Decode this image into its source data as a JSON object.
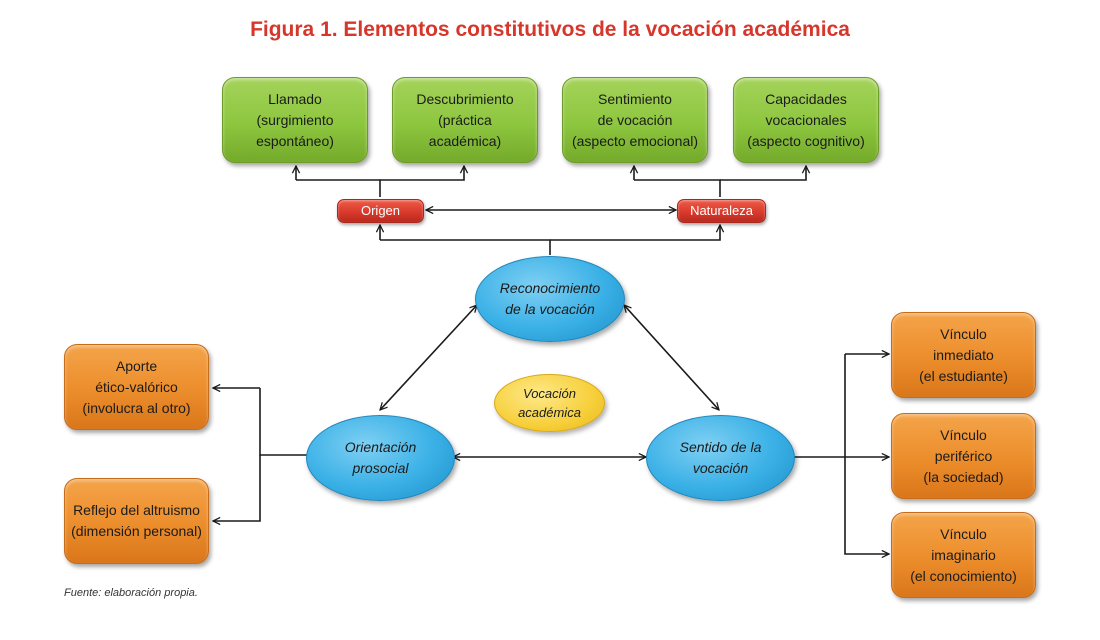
{
  "title": "Figura 1. Elementos constitutivos de la vocación académica",
  "top_boxes": [
    {
      "label": "Llamado\n(surgimiento\nespontáneo)"
    },
    {
      "label": "Descubrimiento\n(práctica\nacadémica)"
    },
    {
      "label": "Sentimiento\nde vocación\n(aspecto emocional)"
    },
    {
      "label": "Capacidades\nvocacionales\n(aspecto cognitivo)"
    }
  ],
  "origin_label": "Origen",
  "nature_label": "Naturaleza",
  "center_nodes": {
    "recognition": "Reconocimiento\nde la vocación",
    "vocation": "Vocación\nacadémica",
    "orientation": "Orientación\nprosocial",
    "meaning": "Sentido de la\nvocación"
  },
  "left_boxes": [
    {
      "label": "Aporte\nético-valórico\n(involucra al otro)"
    },
    {
      "label": "Reflejo del altruismo\n(dimensión personal)"
    }
  ],
  "right_boxes": [
    {
      "label": "Vínculo\ninmediato\n(el estudiante)"
    },
    {
      "label": "Vínculo\nperiférico\n(la sociedad)"
    },
    {
      "label": "Vínculo\nimaginario\n(el conocimiento)"
    }
  ],
  "source": "Fuente: elaboración propia.",
  "colors": {
    "title": "#d7362a",
    "green_box": "#8dc63f",
    "red_label": "#d93a2b",
    "blue_node": "#39b0e6",
    "yellow_node": "#f7cf3a",
    "orange_box": "#ec8d2b",
    "connector": "#1a1a1a"
  }
}
